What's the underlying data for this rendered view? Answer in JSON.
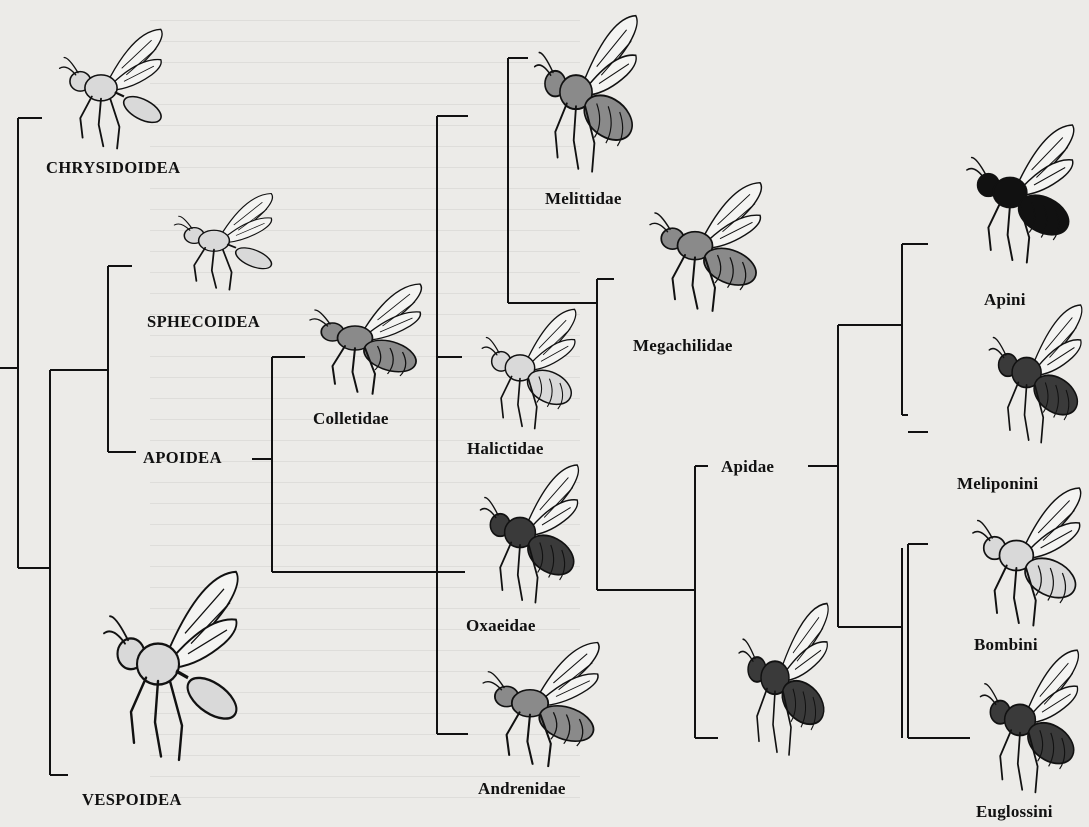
{
  "tree": {
    "labels": {
      "chrysidoidea": "CHRYSIDOIDEA",
      "sphecoidea": "SPHECOIDEA",
      "apoidea": "APOIDEA",
      "vespoidea": "VESPOIDEA",
      "colletidae": "Colletidae",
      "melittidae": "Melittidae",
      "halictidae": "Halictidae",
      "oxaeidae": "Oxaeidae",
      "andrenidae": "Andrenidae",
      "megachilidae": "Megachilidae",
      "apidae": "Apidae",
      "apini": "Apini",
      "meliponini": "Meliponini",
      "bombini": "Bombini",
      "euglossini": "Euglossini"
    },
    "illustrations": [
      {
        "id": "chrysid",
        "kind": "wasp",
        "shade": "light"
      },
      {
        "id": "sphecid",
        "kind": "wasp",
        "shade": "light"
      },
      {
        "id": "vespid",
        "kind": "wasp",
        "shade": "light"
      },
      {
        "id": "colletid",
        "kind": "bee",
        "shade": "medium"
      },
      {
        "id": "melittid",
        "kind": "bee",
        "shade": "medium"
      },
      {
        "id": "halictid",
        "kind": "bee",
        "shade": "light"
      },
      {
        "id": "oxaeid",
        "kind": "bee",
        "shade": "dark"
      },
      {
        "id": "andrenid",
        "kind": "bee",
        "shade": "medium"
      },
      {
        "id": "megachilid",
        "kind": "bee",
        "shade": "medium"
      },
      {
        "id": "apid",
        "kind": "bee",
        "shade": "dark"
      },
      {
        "id": "apini",
        "kind": "bee",
        "shade": "black"
      },
      {
        "id": "meliponini",
        "kind": "bee",
        "shade": "dark"
      },
      {
        "id": "bombini",
        "kind": "bee",
        "shade": "light"
      },
      {
        "id": "euglossini",
        "kind": "bee",
        "shade": "dark"
      }
    ],
    "colors": {
      "line": "#111111",
      "paper": "#ecebe8"
    }
  }
}
